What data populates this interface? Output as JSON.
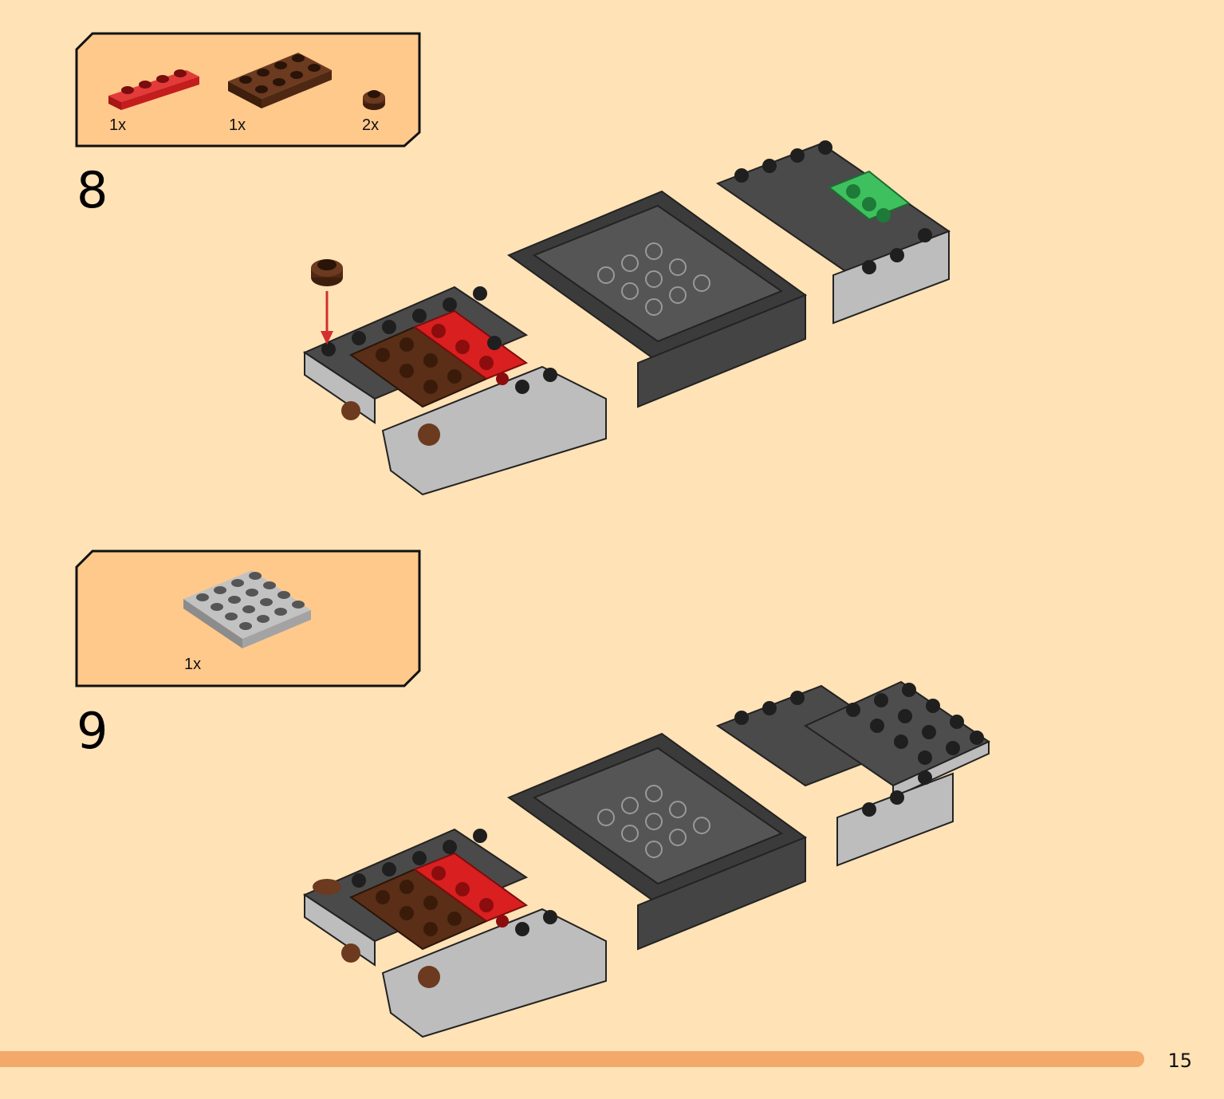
{
  "colors": {
    "page_bg": "#ffe2b6",
    "callout_bg": "#ffc98c",
    "red_plate": "#d91f1f",
    "brown_plate": "#5a2e17",
    "light_gray": "#bdbdbd",
    "dark_gray": "#4a4a4a",
    "green_plate": "#3fc05f",
    "arrow_red": "#d32f2f",
    "progress": "#f3a96a"
  },
  "steps": [
    {
      "number": "8",
      "parts": [
        {
          "icon": "red-plate-1x4-icon",
          "qty": "1x"
        },
        {
          "icon": "brown-plate-2x4-icon",
          "qty": "1x"
        },
        {
          "icon": "brown-round-plate-1x1-icon",
          "qty": "2x"
        }
      ]
    },
    {
      "number": "9",
      "parts": [
        {
          "icon": "light-gray-plate-4x4-icon",
          "qty": "1x"
        }
      ]
    }
  ],
  "page": {
    "number": "15"
  }
}
